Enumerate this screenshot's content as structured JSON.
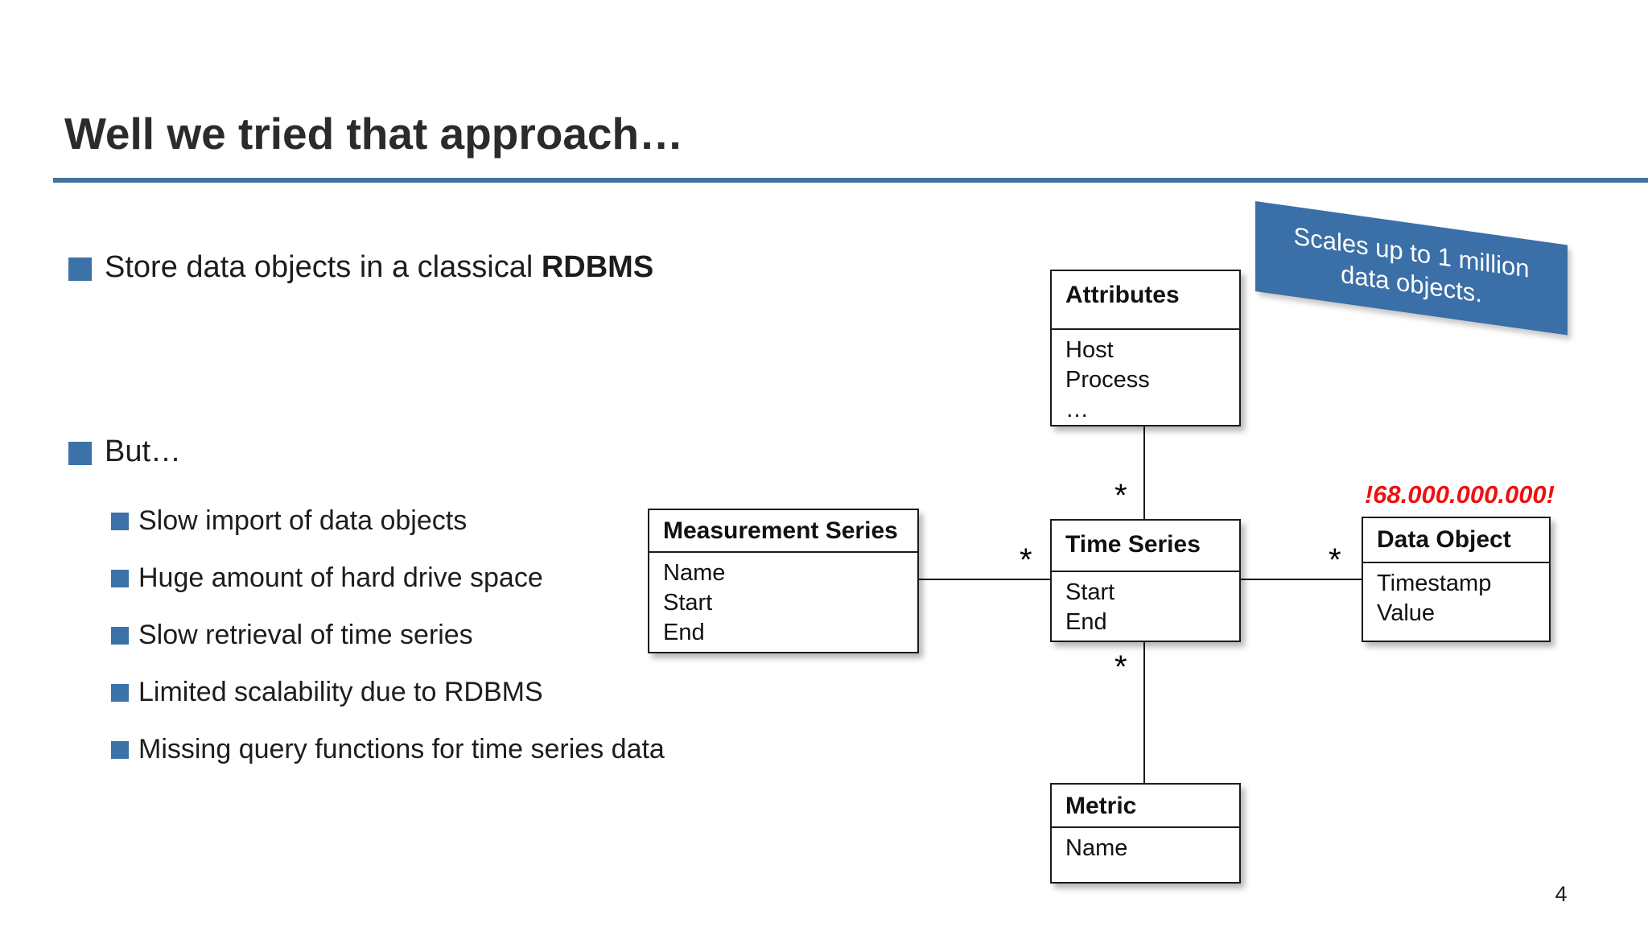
{
  "slide": {
    "title": "Well we tried that approach…",
    "page_number": "4"
  },
  "bullets": {
    "item1": {
      "text": "Store data objects in a classical ",
      "bold": "RDBMS"
    },
    "item2": "But…",
    "sub": [
      "Slow import of data objects",
      "Huge amount of hard drive space",
      "Slow retrieval of time series",
      "Limited scalability due to RDBMS",
      "Missing query functions for time series data"
    ]
  },
  "banner": {
    "lines": [
      "Scales up to 1 million",
      "data objects."
    ]
  },
  "annotation": {
    "count": "!68.000.000.000!"
  },
  "diagram": {
    "classes": [
      {
        "title": "Attributes",
        "fields": [
          "Host",
          "Process",
          "…"
        ]
      },
      {
        "title": "Measurement Series",
        "fields": [
          "Name",
          "Start",
          "End"
        ]
      },
      {
        "title": "Time Series",
        "fields": [
          "Start",
          "End"
        ]
      },
      {
        "title": "Data Object",
        "fields": [
          "Timestamp",
          "Value"
        ]
      },
      {
        "title": "Metric",
        "fields": [
          "Name"
        ]
      }
    ],
    "multiplicities": [
      "*",
      "*",
      "*",
      "*"
    ]
  },
  "colors": {
    "accent_blue": "#3c72a7",
    "banner_blue": "#3a6fa7",
    "rule_blue": "#41719c",
    "alert_red": "#ee1111"
  }
}
